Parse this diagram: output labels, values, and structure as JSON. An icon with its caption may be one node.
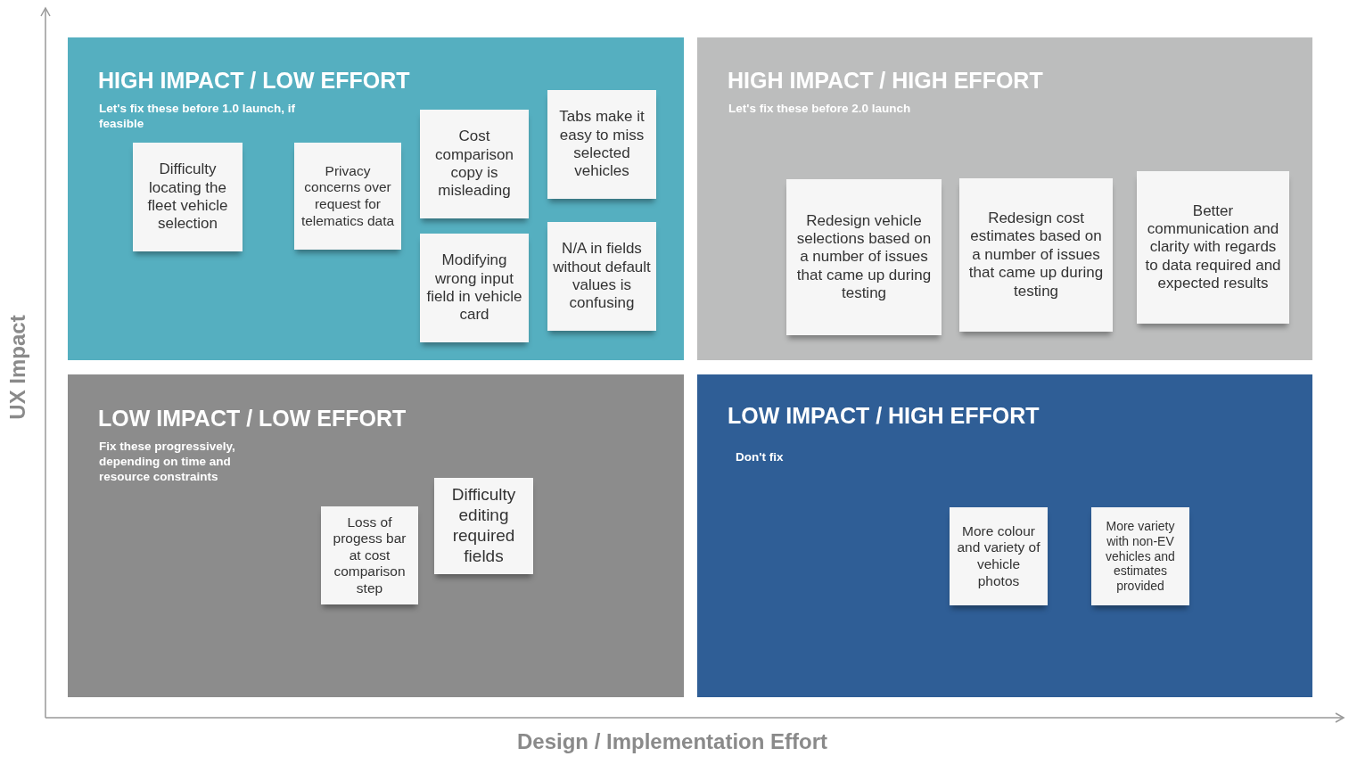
{
  "diagram": {
    "nodes": [
      {
        "text": [
          "HIGH IMPACT / LOW EFFORT",
          "Let's fix these before 1.0 launch, if feasible"
        ]
      },
      {
        "text": [
          "Difficulty locating the fleet vehicle selection"
        ],
        "in": 0
      },
      {
        "text": [
          "Privacy concerns over request for telematics data"
        ],
        "in": 0
      },
      {
        "text": [
          "Cost comparison copy is misleading"
        ],
        "in": 0
      },
      {
        "text": [
          "Tabs make it easy to miss selected vehicles"
        ],
        "in": 0
      },
      {
        "text": [
          "Modifying wrong input field in vehicle card"
        ],
        "in": 0
      },
      {
        "text": [
          "N/A in fields without default values is confusing"
        ],
        "in": 0
      },
      {
        "text": [
          "HIGH IMPACT / HIGH EFFORT",
          "Let's fix these before 2.0 launch"
        ]
      },
      {
        "text": [
          "Redesign vehicle selections based on a number of issues that came up during testing"
        ],
        "in": 7
      },
      {
        "text": [
          "Redesign cost estimates based on a number of issues that came up during testing"
        ],
        "in": 7
      },
      {
        "text": [
          "Better communication and clarity with regards to data required and expected results"
        ],
        "in": 7
      },
      {
        "text": [
          "LOW IMPACT / LOW EFFORT",
          "Fix these progressively, depending on time and resource constraints"
        ]
      },
      {
        "text": [
          "Loss of progess bar at cost comparison step"
        ],
        "in": 11
      },
      {
        "text": [
          "Difficulty editing required fields"
        ],
        "in": 11
      },
      {
        "text": [
          "LOW IMPACT / HIGH EFFORT",
          "Don't fix"
        ]
      },
      {
        "text": [
          "More colour and variety of vehicle photos"
        ],
        "in": 14
      },
      {
        "text": [
          "More variety with non-EV vehicles and estimates provided"
        ],
        "in": 14
      }
    ],
    "edges": [],
    "labels": [
      "UX Impact",
      "Design / Implementation Effort"
    ]
  }
}
